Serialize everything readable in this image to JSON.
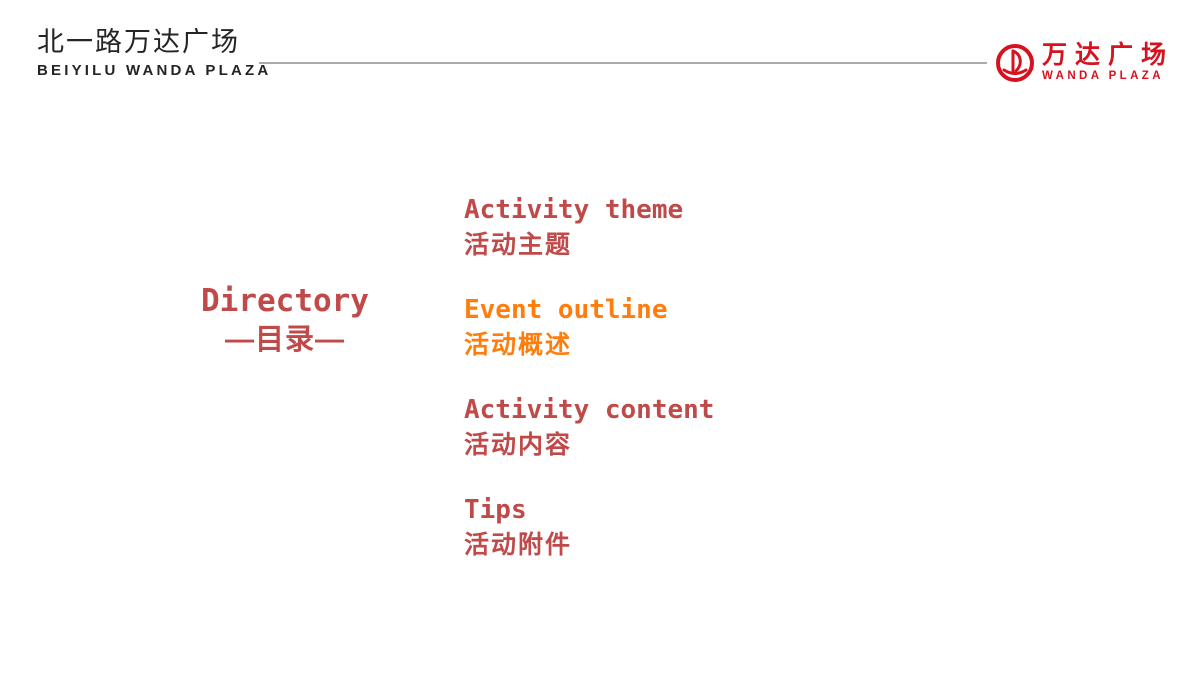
{
  "header": {
    "brand_cn": "北一路万达广场",
    "brand_en": "BEIYILU WANDA PLAZA",
    "logo_cn": "万达广场",
    "logo_en": "WANDA PLAZA"
  },
  "directory": {
    "title": "Directory",
    "subtitle": "—目录—"
  },
  "toc": {
    "items": [
      {
        "label_en": "Activity theme",
        "label_cn": "活动主题",
        "color": "#C04A4A"
      },
      {
        "label_en": "Event outline",
        "label_cn": "活动概述",
        "color": "#FF7D0C"
      },
      {
        "label_en": "Activity content",
        "label_cn": "活动内容",
        "color": "#C04A4A"
      },
      {
        "label_en": "Tips",
        "label_cn": "活动附件",
        "color": "#C04A4A"
      }
    ]
  },
  "colors": {
    "title_red": "#C04A4A",
    "accent_orange": "#FF7D0C",
    "brand_red": "#D6121F",
    "header_text": "#242424",
    "divider_gray": "#ABABAB",
    "background": "#FFFFFF"
  }
}
